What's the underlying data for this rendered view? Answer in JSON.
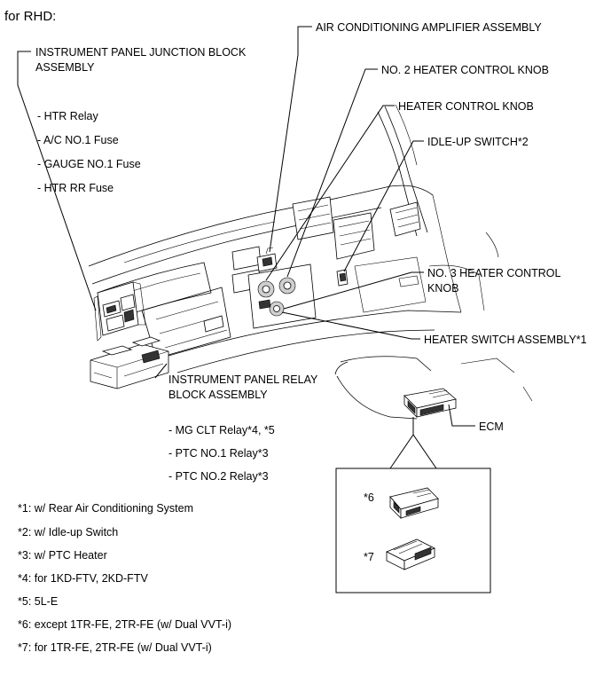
{
  "heading": "for RHD:",
  "callouts": {
    "junction_block": [
      "INSTRUMENT PANEL JUNCTION BLOCK",
      "ASSEMBLY"
    ],
    "junction_items": [
      "- HTR Relay",
      "- A/C NO.1 Fuse",
      "- GAUGE NO.1 Fuse",
      "- HTR RR Fuse"
    ],
    "ac_amplifier": "AIR CONDITIONING AMPLIFIER ASSEMBLY",
    "no2_heater_knob": "NO. 2 HEATER CONTROL KNOB",
    "heater_knob": "HEATER CONTROL KNOB",
    "idle_up_switch": "IDLE-UP SWITCH*2",
    "no3_heater_knob": [
      "NO. 3 HEATER CONTROL",
      "KNOB"
    ],
    "heater_switch": "HEATER SWITCH ASSEMBLY*1",
    "relay_block": [
      "INSTRUMENT PANEL RELAY",
      "BLOCK ASSEMBLY"
    ],
    "relay_items": [
      "- MG CLT Relay*4, *5",
      "- PTC NO.1 Relay*3",
      "- PTC NO.2 Relay*3"
    ],
    "ecm": "ECM",
    "ecm_variant_a": "*6",
    "ecm_variant_b": "*7"
  },
  "footnotes": [
    "*1: w/ Rear Air Conditioning System",
    "*2: w/ Idle-up Switch",
    "*3: w/ PTC Heater",
    "*4: for 1KD-FTV, 2KD-FTV",
    "*5: 5L-E",
    "*6: except 1TR-FE, 2TR-FE (w/ Dual VVT-i)",
    "*7: for 1TR-FE, 2TR-FE (w/ Dual VVT-i)"
  ]
}
